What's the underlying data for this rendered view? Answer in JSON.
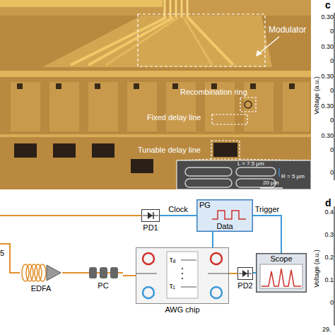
{
  "diagram": {
    "nodes": [
      {
        "text": [
          "PD1"
        ]
      },
      {
        "text": [
          "PG",
          "Data"
        ]
      },
      {
        "text": [
          "EDFA"
        ]
      },
      {
        "text": [
          "PC"
        ]
      },
      {
        "text": [
          "AWG chip"
        ]
      },
      {
        "text": [
          "PD2"
        ]
      },
      {
        "text": [
          "Scope"
        ]
      }
    ],
    "edges": [
      {
        "from": 0,
        "to": 1,
        "label": "Clock",
        "arrow": "none"
      },
      {
        "from": 1,
        "to": 6,
        "label": "Trigger",
        "arrow": "none"
      },
      {
        "from": 1,
        "to": 4,
        "arrow": "none"
      },
      {
        "from": 2,
        "to": 3,
        "arrow": "none"
      },
      {
        "from": 3,
        "to": 4,
        "arrow": "none"
      },
      {
        "from": 4,
        "to": 5,
        "arrow": "none"
      },
      {
        "from": 5,
        "to": 6,
        "arrow": "none"
      }
    ],
    "labels": [
      "c",
      "Modulator",
      "Recombination ring",
      "Fixed delay line",
      "Tunable delay line",
      "L ≈ 7.5 µm",
      "R = 5 µm",
      "20 µm",
      "Voltage (a.u.)",
      "0.30",
      "0",
      "0.30",
      "0",
      "0.30",
      "0",
      "0.30",
      "0",
      "0.30",
      "0",
      "0",
      "d",
      "Voltage (a.u.)",
      "0.4",
      "0.3",
      "0.2",
      "0.1",
      "0",
      "29.",
      "5",
      "τ₈",
      "τ₁"
    ]
  }
}
